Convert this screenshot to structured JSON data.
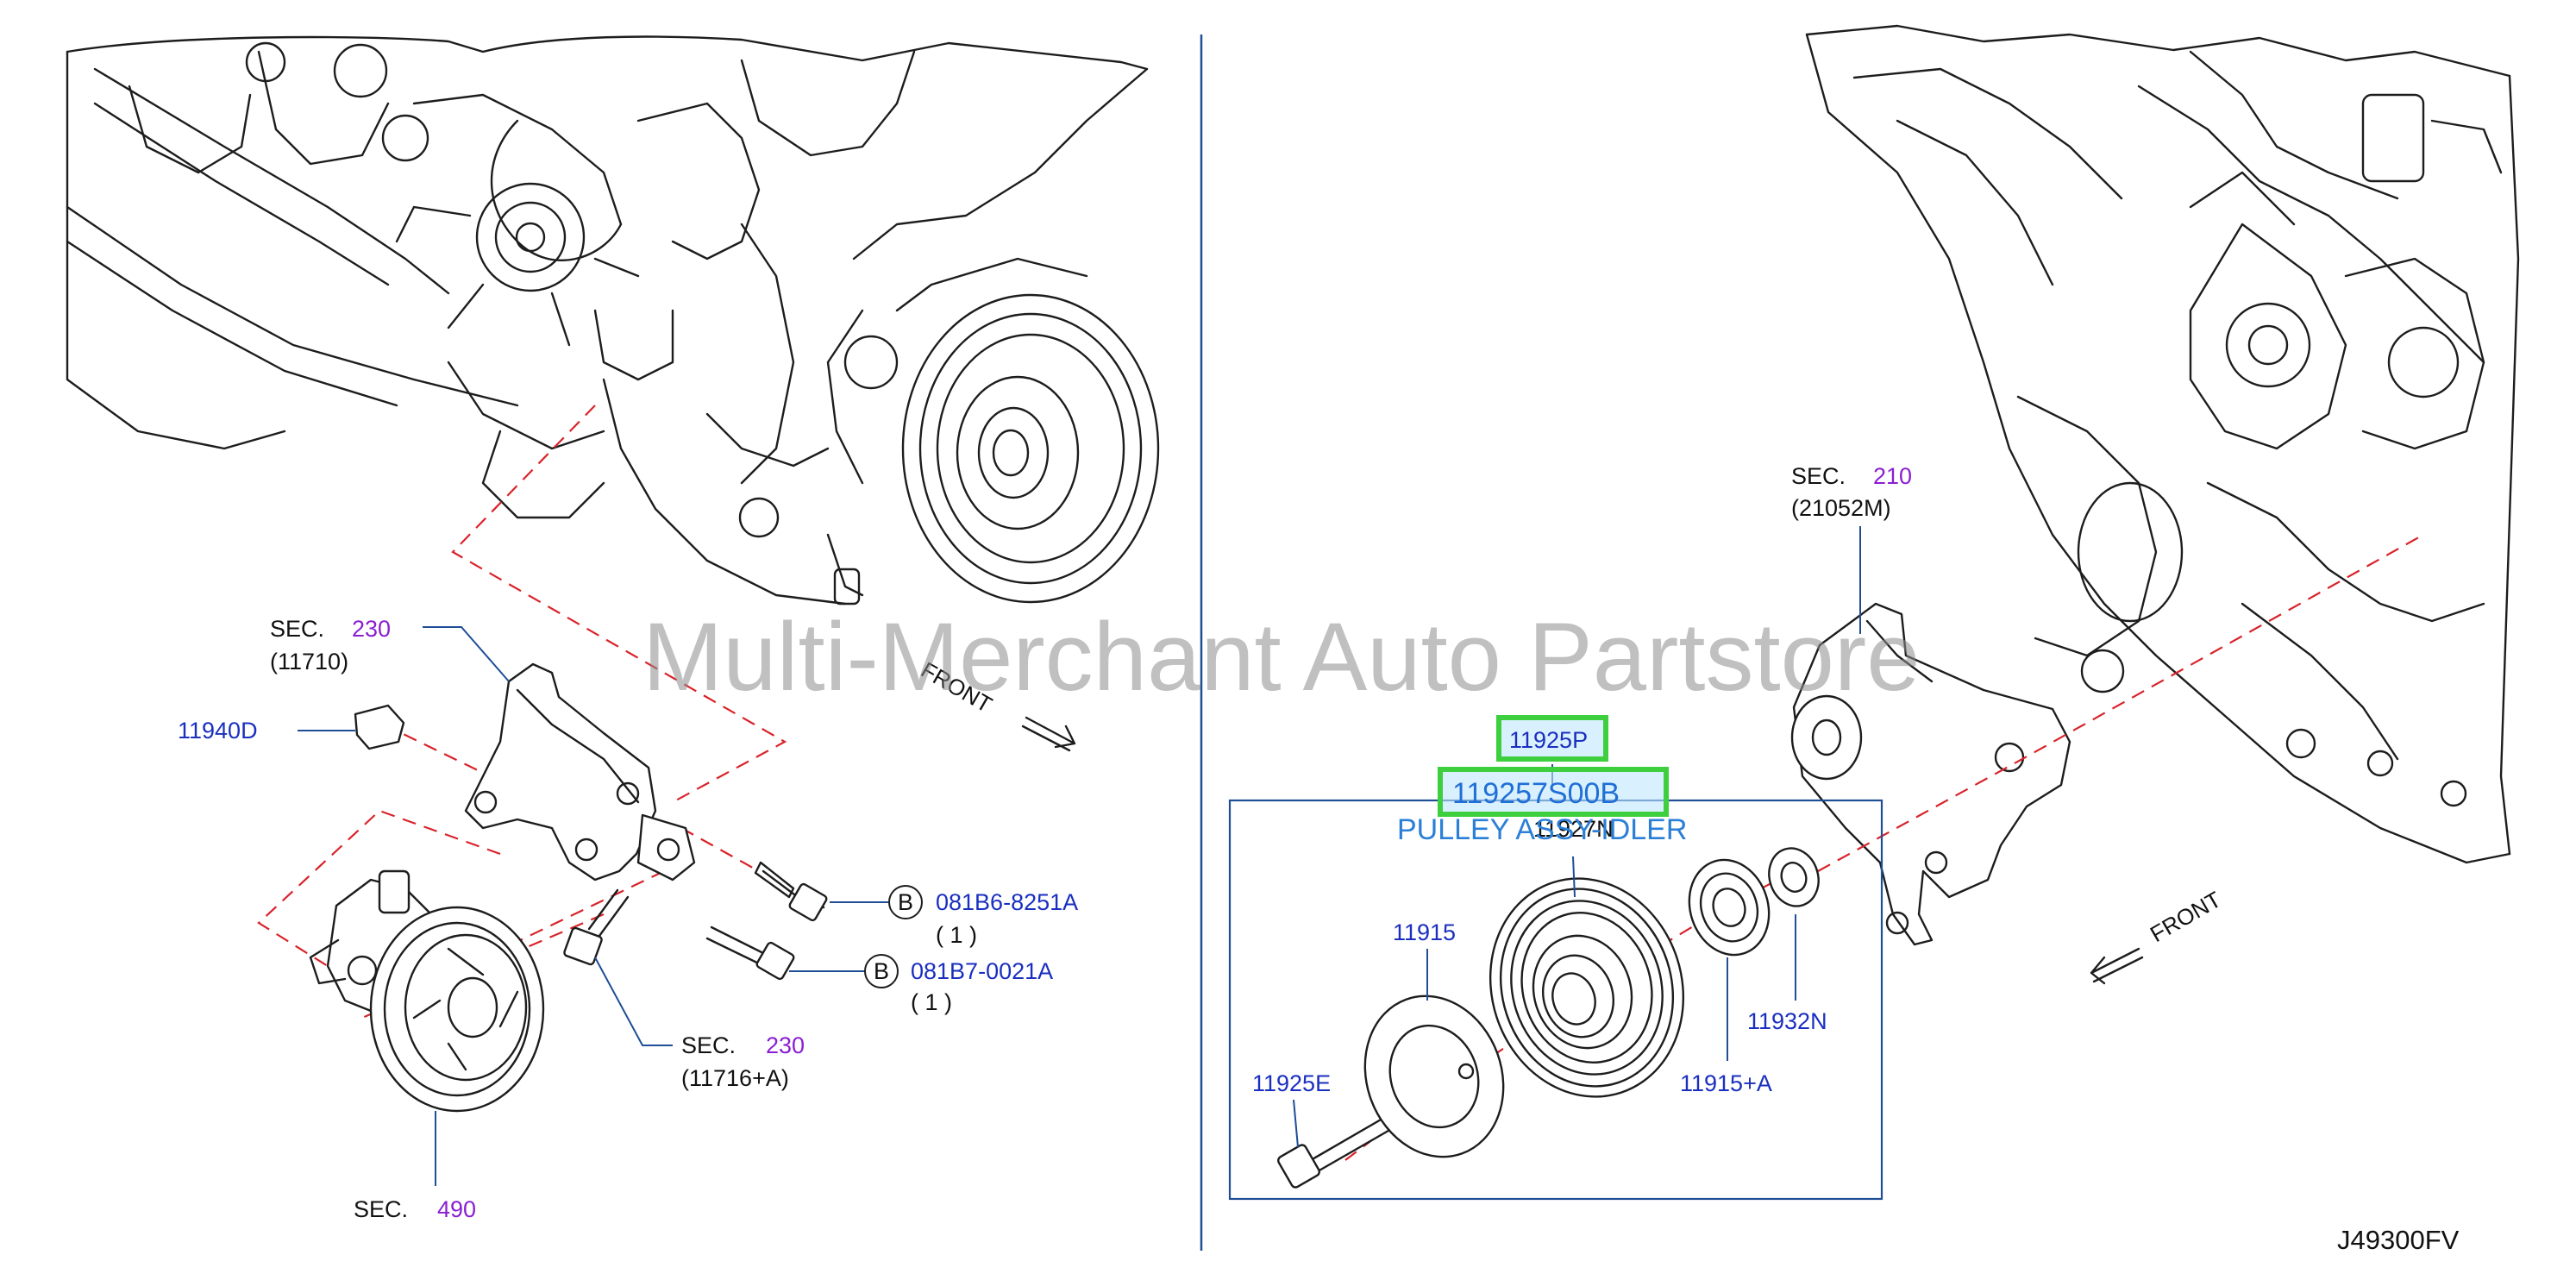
{
  "watermark": "Multi-Merchant Auto Partstore",
  "diagram_code": "J49300FV",
  "front_labels": {
    "left": "FRONT",
    "right": "FRONT"
  },
  "left_panel": {
    "sec_230_top": {
      "prefix": "SEC.",
      "number": "230",
      "ref": "(11710)"
    },
    "part_11940D": "11940D",
    "bolt_a": {
      "marker": "B",
      "code": "081B6-8251A",
      "qty": "( 1 )"
    },
    "bolt_b": {
      "marker": "B",
      "code": "081B7-0021A",
      "qty": "( 1 )"
    },
    "sec_230_bottom": {
      "prefix": "SEC.",
      "number": "230",
      "ref": "(11716+A)"
    },
    "sec_490": {
      "prefix": "SEC.",
      "number": "490"
    }
  },
  "right_panel": {
    "sec_210": {
      "prefix": "SEC.",
      "number": "210",
      "ref": "(21052M)"
    },
    "highlight_top": "11925P",
    "highlight_main": "119257S00B",
    "pulley_title": "PULLEY ASSY-IDLER",
    "part_11927N": "11927N",
    "part_11915": "11915",
    "part_11925E": "11925E",
    "part_11932N": "11932N",
    "part_11915A": "11915+A"
  },
  "colors": {
    "leader_blue": "#1e4e96",
    "dash_red": "#d9232a",
    "highlight_green": "#3ecf3e",
    "sec_purple": "#8a1fd1"
  }
}
